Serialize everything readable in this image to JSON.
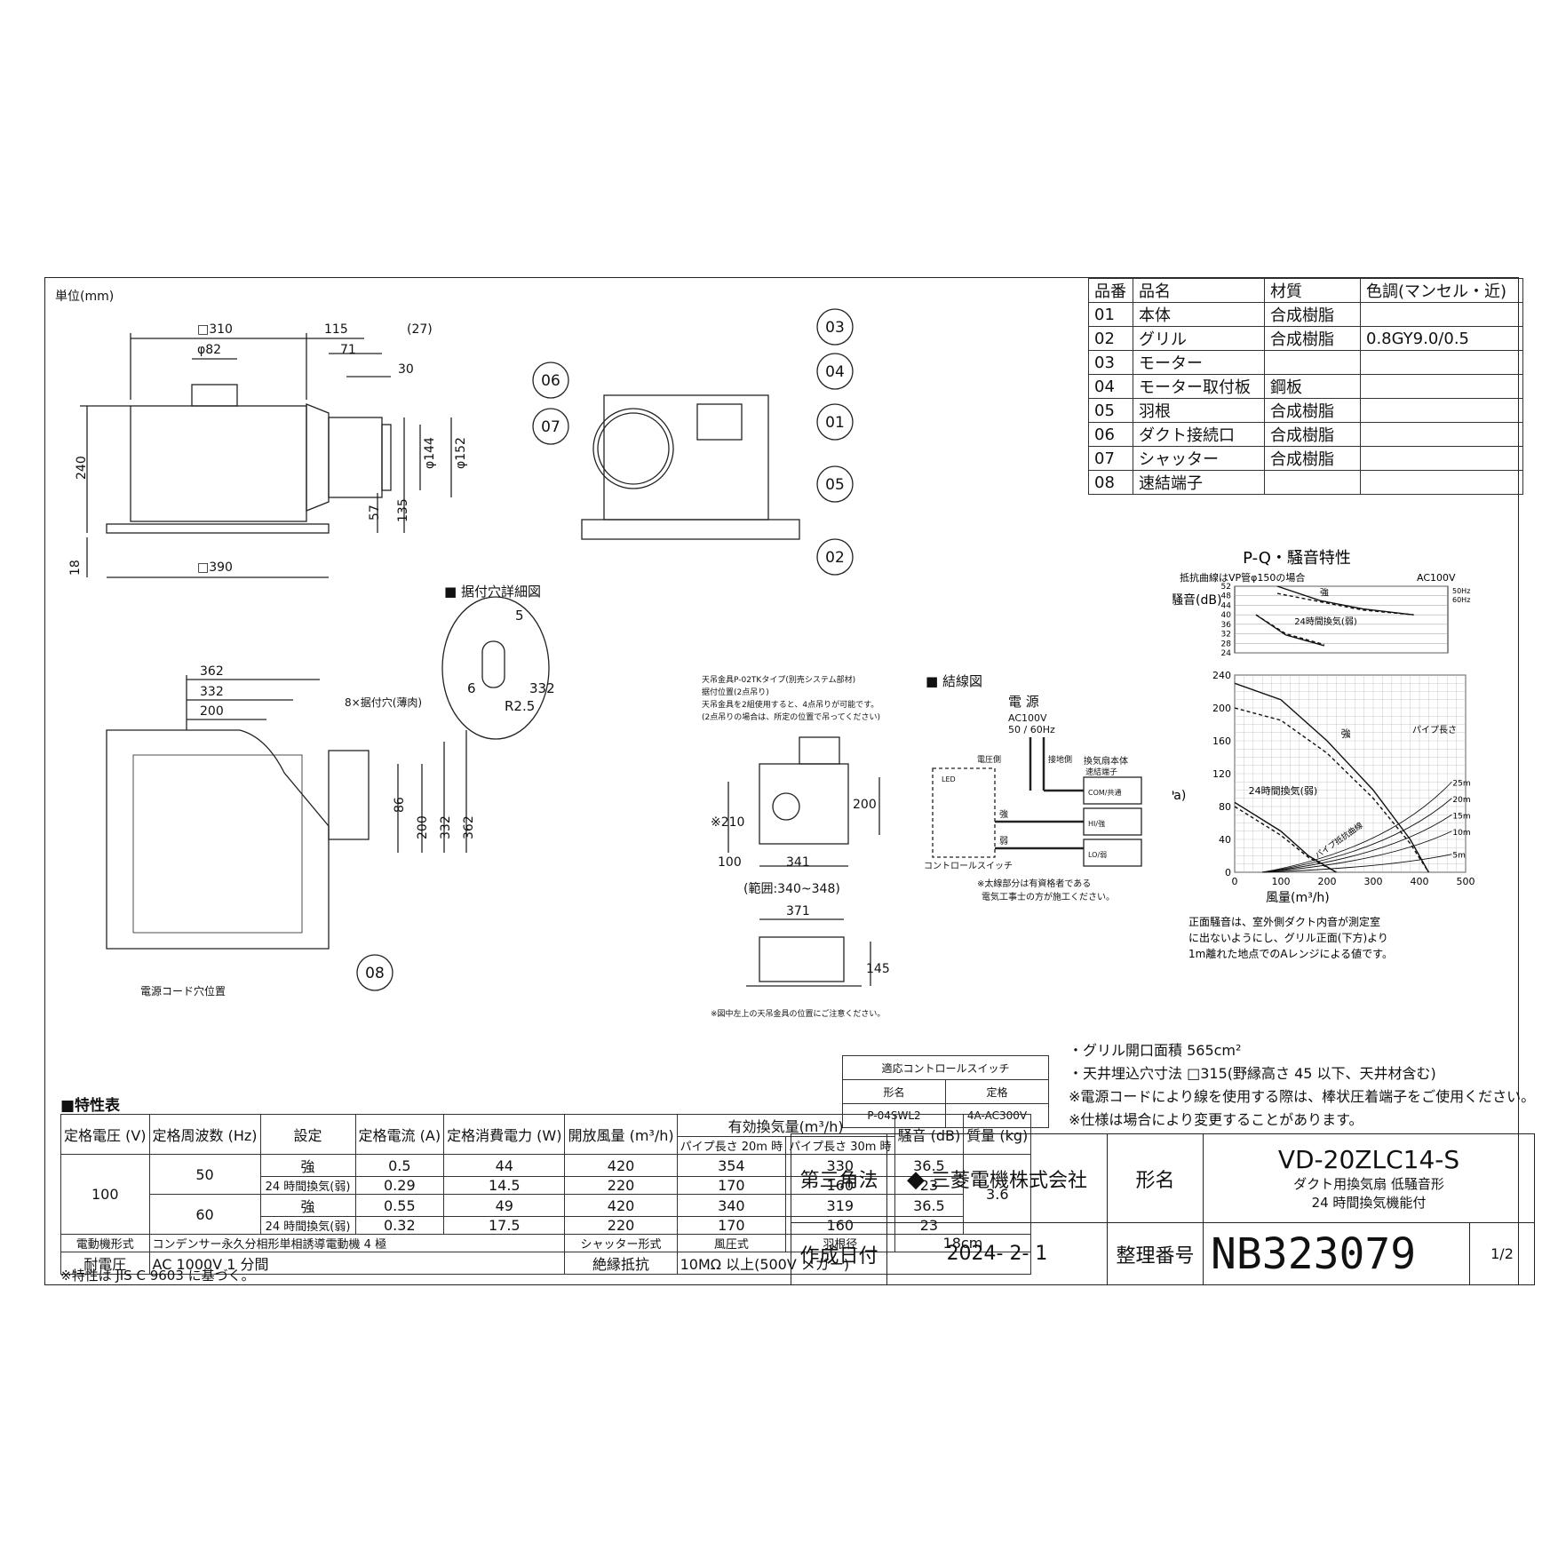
{
  "unit_label": "単位(mm)",
  "parts_table": {
    "headers": [
      "品番",
      "品名",
      "材質",
      "色調(マンセル・近)"
    ],
    "rows": [
      [
        "01",
        "本体",
        "合成樹脂",
        ""
      ],
      [
        "02",
        "グリル",
        "合成樹脂",
        "0.8GY9.0/0.5"
      ],
      [
        "03",
        "モーター",
        "",
        ""
      ],
      [
        "04",
        "モーター取付板",
        "鋼板",
        ""
      ],
      [
        "05",
        "羽根",
        "合成樹脂",
        ""
      ],
      [
        "06",
        "ダクト接続口",
        "合成樹脂",
        ""
      ],
      [
        "07",
        "シャッター",
        "合成樹脂",
        ""
      ],
      [
        "08",
        "速結端子",
        "",
        ""
      ]
    ]
  },
  "dims": {
    "d310": "□310",
    "d115": "115",
    "d27": "(27)",
    "d82": "φ82",
    "d71": "71",
    "d30": "30",
    "d240": "240",
    "d144": "φ144",
    "d152": "φ152",
    "d57": "57",
    "d135": "135",
    "d18": "18",
    "d390": "□390",
    "d362": "362",
    "d332": "332",
    "d200": "200",
    "holes": "8×据付穴(薄肉)",
    "d86": "86",
    "v200": "200",
    "v332": "332",
    "v362": "362",
    "cord": "電源コード穴位置"
  },
  "balloons": [
    "03",
    "04",
    "06",
    "07",
    "01",
    "05",
    "02",
    "08"
  ],
  "hole_detail": {
    "title": "■ 据付穴詳細図",
    "d5": "5",
    "d6": "6",
    "r25": "R2.5",
    "d332": "332"
  },
  "hanger": {
    "lines": [
      "天吊金具P-02TKタイプ(別売システム部材)",
      "据付位置(2点吊り)",
      "天吊金具を2組使用すると、4点吊りが可能です。",
      "(2点吊りの場合は、所定の位置で吊ってください)"
    ],
    "d210": "※210",
    "d200": "200",
    "d100": "100",
    "d341": "341",
    "range": "(範囲:340~348)",
    "d371": "371",
    "d145": "145",
    "note": "※図中左上の天吊金具の位置にご注意ください。"
  },
  "wiring": {
    "title": "■ 結線図",
    "power": "電 源",
    "ac": "AC100V",
    "hz": "50 / 60Hz",
    "v_side": "電圧側",
    "ground_side": "接地側",
    "body": "換気扇本体",
    "terminal": "速結端子",
    "com": "COM/共通",
    "hi": "HI/強",
    "lo": "LO/弱",
    "strong": "強",
    "weak": "弱",
    "led": "LED",
    "switch": "コントロールスイッチ",
    "note1": "※太線部分は有資格者である",
    "note2": "電気工事士の方が施工ください。"
  },
  "chart_data": {
    "type": "line",
    "title": "P-Q・騒音特性",
    "subtitle": "抵抗曲線はVP管φ150の場合",
    "power": "AC100V",
    "legend": [
      "50Hz",
      "60Hz"
    ],
    "noise": {
      "ylabel": "正面騒音(dB)",
      "yticks": [
        24,
        28,
        32,
        36,
        40,
        44,
        48,
        52
      ],
      "series": [
        {
          "name": "50Hz",
          "label": "強",
          "x": [
            100,
            200,
            300,
            420
          ],
          "y": [
            49,
            45.5,
            42,
            40
          ]
        },
        {
          "name": "60Hz",
          "label": "強",
          "x": [
            100,
            200,
            300,
            420
          ],
          "y": [
            52,
            46,
            42.5,
            40
          ]
        },
        {
          "name": "50Hz",
          "label": "24時間換気(弱)",
          "x": [
            50,
            120,
            210
          ],
          "y": [
            40,
            32,
            27.5
          ]
        },
        {
          "name": "60Hz",
          "label": "24時間換気(弱)",
          "x": [
            50,
            120,
            210
          ],
          "y": [
            40,
            31.5,
            27
          ]
        }
      ]
    },
    "pq": {
      "ylabel": "静圧(Pa)",
      "xlabel": "風量(m³/h)",
      "ylim": [
        0,
        240
      ],
      "xlim": [
        0,
        500
      ],
      "yticks": [
        0,
        40,
        80,
        120,
        160,
        200,
        240
      ],
      "xticks": [
        0,
        100,
        200,
        300,
        400,
        500
      ],
      "series": [
        {
          "name": "60Hz",
          "label": "強",
          "x": [
            0,
            100,
            200,
            300,
            380,
            420
          ],
          "y": [
            230,
            210,
            160,
            100,
            40,
            0
          ]
        },
        {
          "name": "50Hz",
          "label": "強",
          "x": [
            0,
            100,
            200,
            300,
            380,
            420
          ],
          "y": [
            200,
            185,
            145,
            90,
            35,
            0
          ]
        },
        {
          "name": "60Hz",
          "label": "24時間換気(弱)",
          "x": [
            0,
            100,
            160,
            220
          ],
          "y": [
            85,
            50,
            20,
            0
          ]
        },
        {
          "name": "50Hz",
          "label": "24時間換気(弱)",
          "x": [
            0,
            100,
            160,
            220
          ],
          "y": [
            80,
            45,
            18,
            0
          ]
        }
      ],
      "resistance_label": "パイプ抵抗曲線",
      "pipe_length_label": "パイプ長さ",
      "pipe_lengths": [
        "25m",
        "20m",
        "15m",
        "10m",
        "5m"
      ]
    },
    "note": [
      "正面騒音は、室外側ダクト内音が測定室",
      "に出ないようにし、グリル正面(下方)より",
      "1m離れた地点でのAレンジによる値です。"
    ]
  },
  "switch_table": {
    "title": "適応コントロールスイッチ",
    "h1": "形名",
    "h2": "定格",
    "v1": "P-04SWL2",
    "v2": "4A-AC300V"
  },
  "notes": [
    "・グリル開口面積 565cm²",
    "・天井埋込穴寸法 □315(野縁高さ 45 以下、天井材含む)",
    "※電源コードにより線を使用する際は、棒状圧着端子をご使用ください。",
    "※仕様は場合により変更することがあります。"
  ],
  "spec": {
    "title": "■特性表",
    "h_voltage": "定格電圧 (V)",
    "h_freq": "定格周波数 (Hz)",
    "h_setting": "設定",
    "h_current": "定格電流 (A)",
    "h_power": "定格消費電力 (W)",
    "h_open": "開放風量 (m³/h)",
    "h_eff": "有効換気量(m³/h)",
    "h_p20": "パイプ長さ 20m 時",
    "h_p30": "パイプ長さ 30m 時",
    "h_noise": "騒音 (dB)",
    "h_mass": "質量 (kg)",
    "voltage": "100",
    "mass": "3.6",
    "rows": [
      {
        "freq": "50",
        "setting": "強",
        "a": "0.5",
        "w": "44",
        "open": "420",
        "p20": "354",
        "p30": "330",
        "db": "36.5"
      },
      {
        "freq": "",
        "setting": "24 時間換気(弱)",
        "a": "0.29",
        "w": "14.5",
        "open": "220",
        "p20": "170",
        "p30": "160",
        "db": "23"
      },
      {
        "freq": "60",
        "setting": "強",
        "a": "0.55",
        "w": "49",
        "open": "420",
        "p20": "340",
        "p30": "319",
        "db": "36.5"
      },
      {
        "freq": "",
        "setting": "24 時間換気(弱)",
        "a": "0.32",
        "w": "17.5",
        "open": "220",
        "p20": "170",
        "p30": "160",
        "db": "23"
      }
    ],
    "motor_k": "電動機形式",
    "motor_v": "コンデンサー永久分相形単相誘導電動機 4 極",
    "shutter_k": "シャッター形式",
    "shutter_v": "風圧式",
    "blade_k": "羽根径",
    "blade_v": "18cm",
    "withstand_k": "耐電圧",
    "withstand_v": "AC 1000V 1 分間",
    "insul_k": "絶縁抵抗",
    "insul_v": "10MΩ 以上(500V メガー)",
    "footnote": "※特性は JIS C 9603 に基づく。"
  },
  "title_block": {
    "projection": "第三角法",
    "company": "三菱電機株式会社",
    "model_label": "形名",
    "model": "VD-20ZLC14-S",
    "desc1": "ダクト用換気扇 低騒音形",
    "desc2": "24 時間換気機能付",
    "date_label": "作成日付",
    "date": "2024- 2- 1",
    "no_label": "整理番号",
    "no": "NB323079",
    "page": "1/2"
  }
}
